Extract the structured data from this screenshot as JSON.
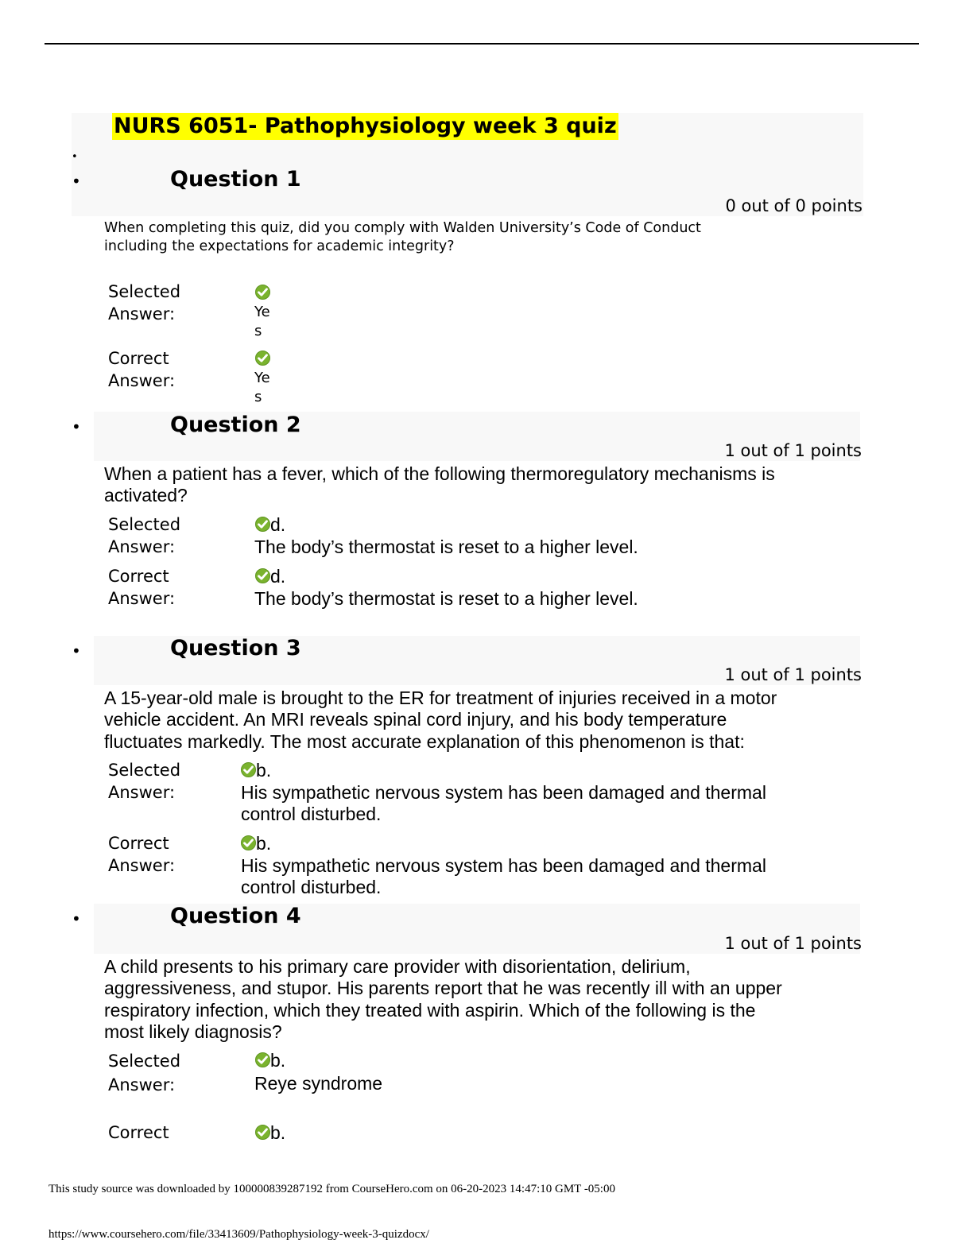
{
  "title": "NURS 6051- Pathophysiology week 3 quiz",
  "bullet": "•",
  "labels": {
    "selected_1": "Selected",
    "selected_2": "Answer:",
    "correct_1": "Correct",
    "correct_2": "Answer:"
  },
  "icons": {
    "check": "correct-check-icon",
    "check_color": "#7ab32e"
  },
  "questions": [
    {
      "heading": "Question 1",
      "points": "0 out of 0 points",
      "text": [
        "When completing this quiz, did you comply with Walden University’s Code of Conduct",
        "including the expectations for academic integrity?"
      ],
      "selected": [
        "Ye",
        "s"
      ],
      "correct": [
        "Ye",
        "s"
      ]
    },
    {
      "heading": "Question 2",
      "points": "1 out of 1 points",
      "text": [
        "When a patient has a fever, which of the following thermoregulatory mechanisms is",
        "activated?"
      ],
      "selected_letter": "d.",
      "selected": [
        "The body’s thermostat is reset to a higher level."
      ],
      "correct_letter": "d.",
      "correct": [
        "The body’s thermostat is reset to a higher level."
      ]
    },
    {
      "heading": "Question 3",
      "points": "1 out of 1 points",
      "text": [
        "A 15-year-old male is brought to the ER for treatment of injuries received in a motor",
        "vehicle accident. An MRI reveals spinal cord injury, and his body temperature",
        "fluctuates markedly. The most accurate explanation of this phenomenon is that:"
      ],
      "selected_letter": "b.",
      "selected": [
        "His sympathetic nervous system has been damaged and thermal",
        "control disturbed."
      ],
      "correct_letter": "b.",
      "correct": [
        "His sympathetic nervous system has been damaged and thermal",
        "control disturbed."
      ]
    },
    {
      "heading": "Question 4",
      "points": "1 out of 1 points",
      "text": [
        "A child presents to his primary care provider with disorientation, delirium,",
        "aggressiveness, and stupor. His parents report that he was recently ill with an upper",
        "respiratory infection, which they treated with aspirin. Which of the following is the",
        "most likely diagnosis?"
      ],
      "selected_letter": "b.",
      "selected": [
        "Reye syndrome"
      ],
      "correct_letter": "b."
    }
  ],
  "footer": {
    "download_note": "This study source was downloaded by 100000839287192 from CourseHero.com on 06-20-2023 14:47:10 GMT -05:00",
    "url": "https://www.coursehero.com/file/33413609/Pathophysiology-week-3-quizdocx/"
  }
}
